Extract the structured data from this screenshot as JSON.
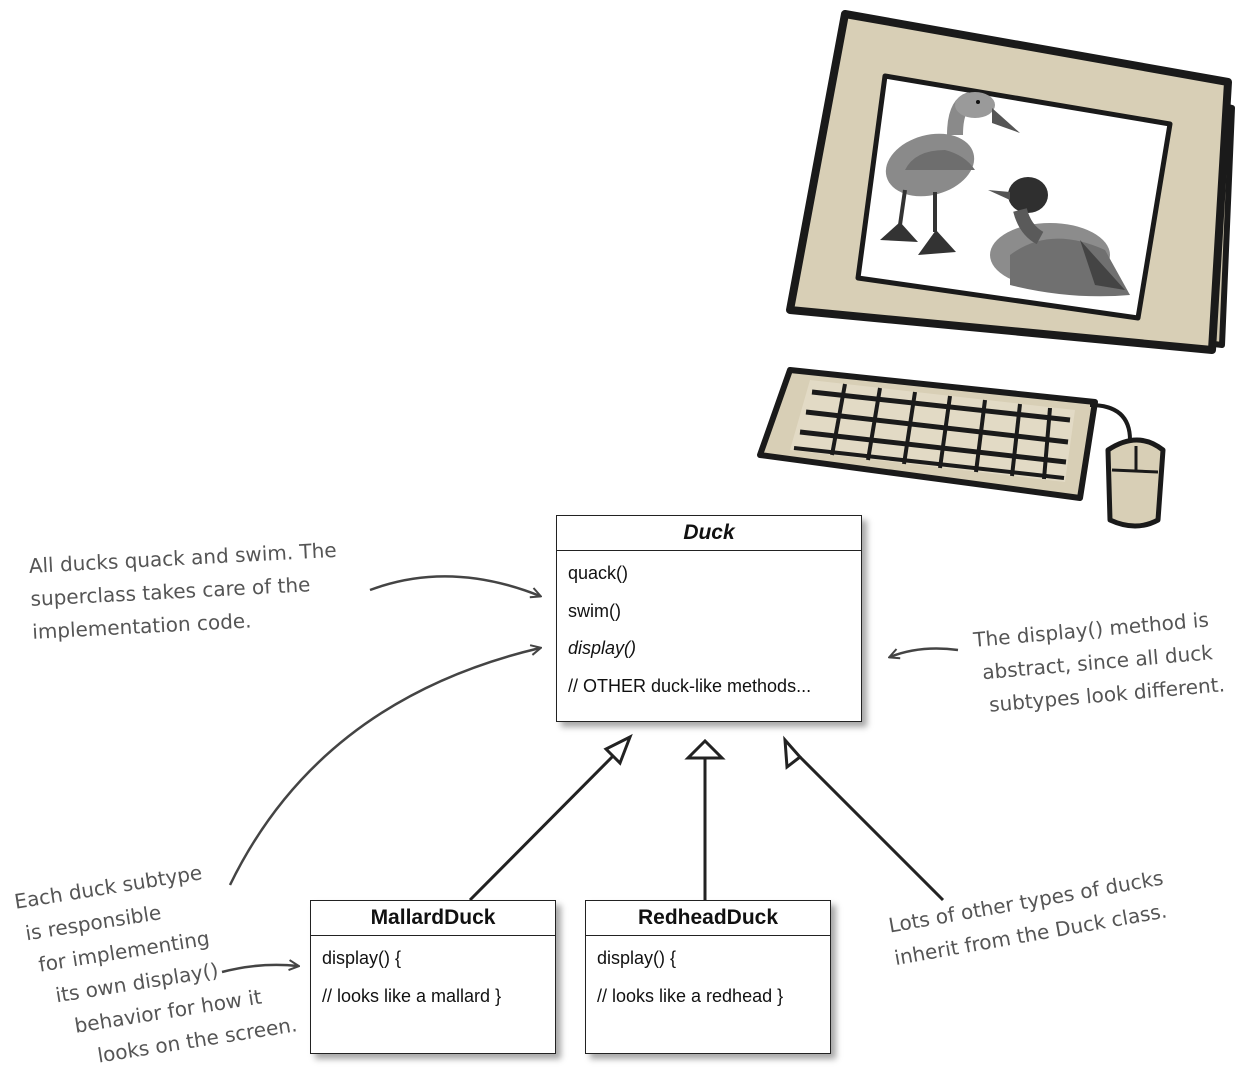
{
  "duck_class": {
    "name": "Duck",
    "methods": [
      {
        "text": "quack()",
        "abstract": false
      },
      {
        "text": "swim()",
        "abstract": false
      },
      {
        "text": "display()",
        "abstract": true
      },
      {
        "text": "// OTHER duck-like methods...",
        "abstract": false
      }
    ]
  },
  "mallard_class": {
    "name": "MallardDuck",
    "methods": [
      "display() {",
      "// looks like a mallard }"
    ]
  },
  "redhead_class": {
    "name": "RedheadDuck",
    "methods": [
      "display() {",
      "// looks like a redhead }"
    ]
  },
  "notes": {
    "superclass": [
      "All ducks quack and swim. The",
      "superclass takes care of the",
      "implementation code."
    ],
    "display_abstract": [
      "The display() method is",
      "abstract, since all duck",
      "subtypes look different."
    ],
    "subtype": [
      "Each duck subtype",
      "is responsible",
      "for implementing",
      "its own display()",
      "behavior for how it",
      "looks on the screen."
    ],
    "other_types": [
      "Lots of other types of ducks",
      "inherit from the Duck class."
    ]
  },
  "colors": {
    "monitor_frame": "#d8cfb6",
    "outline": "#1a1a1a",
    "annotation_text": "#555555"
  }
}
